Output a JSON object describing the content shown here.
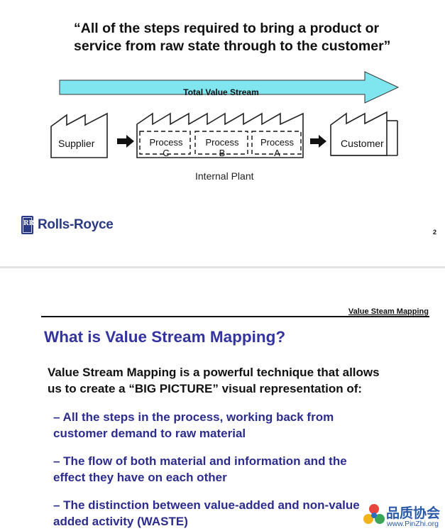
{
  "slide1": {
    "quote_line1": "“All of the steps required to bring a product or",
    "quote_line2": "service from raw state through to the customer”",
    "arrow_label": "Total Value Stream",
    "supplier_label": "Supplier",
    "customer_label": "Customer",
    "processes": [
      {
        "line1": "Process",
        "line2": "C"
      },
      {
        "line1": "Process",
        "line2": "B"
      },
      {
        "line1": "Process",
        "line2": "A"
      }
    ],
    "plant_label": "Internal Plant",
    "logo_text": "Rolls-Royce",
    "page_number": "2",
    "colors": {
      "arrow_fill": "#7fe6ef",
      "logo_blue": "#2b3a84"
    }
  },
  "slide2": {
    "header": "Value Steam Mapping",
    "title": "What is Value Stream Mapping?",
    "intro_line1": "Value Stream Mapping is a powerful technique that allows",
    "intro_line2": "us to create a “BIG PICTURE” visual representation of:",
    "bullets": [
      {
        "line1": "– All the steps in the process, working back from",
        "line2": "customer demand to raw material"
      },
      {
        "line1": "– The flow of both material and information and the",
        "line2": "effect they have on each other"
      },
      {
        "line1": "– The distinction between value-added and non-value",
        "line2": "added activity (WASTE)"
      }
    ],
    "colors": {
      "title": "#3333a0",
      "bullets": "#2c2c8f"
    }
  },
  "watermark": {
    "chinese": "品质协会",
    "url": "www.PinZhi.org"
  }
}
